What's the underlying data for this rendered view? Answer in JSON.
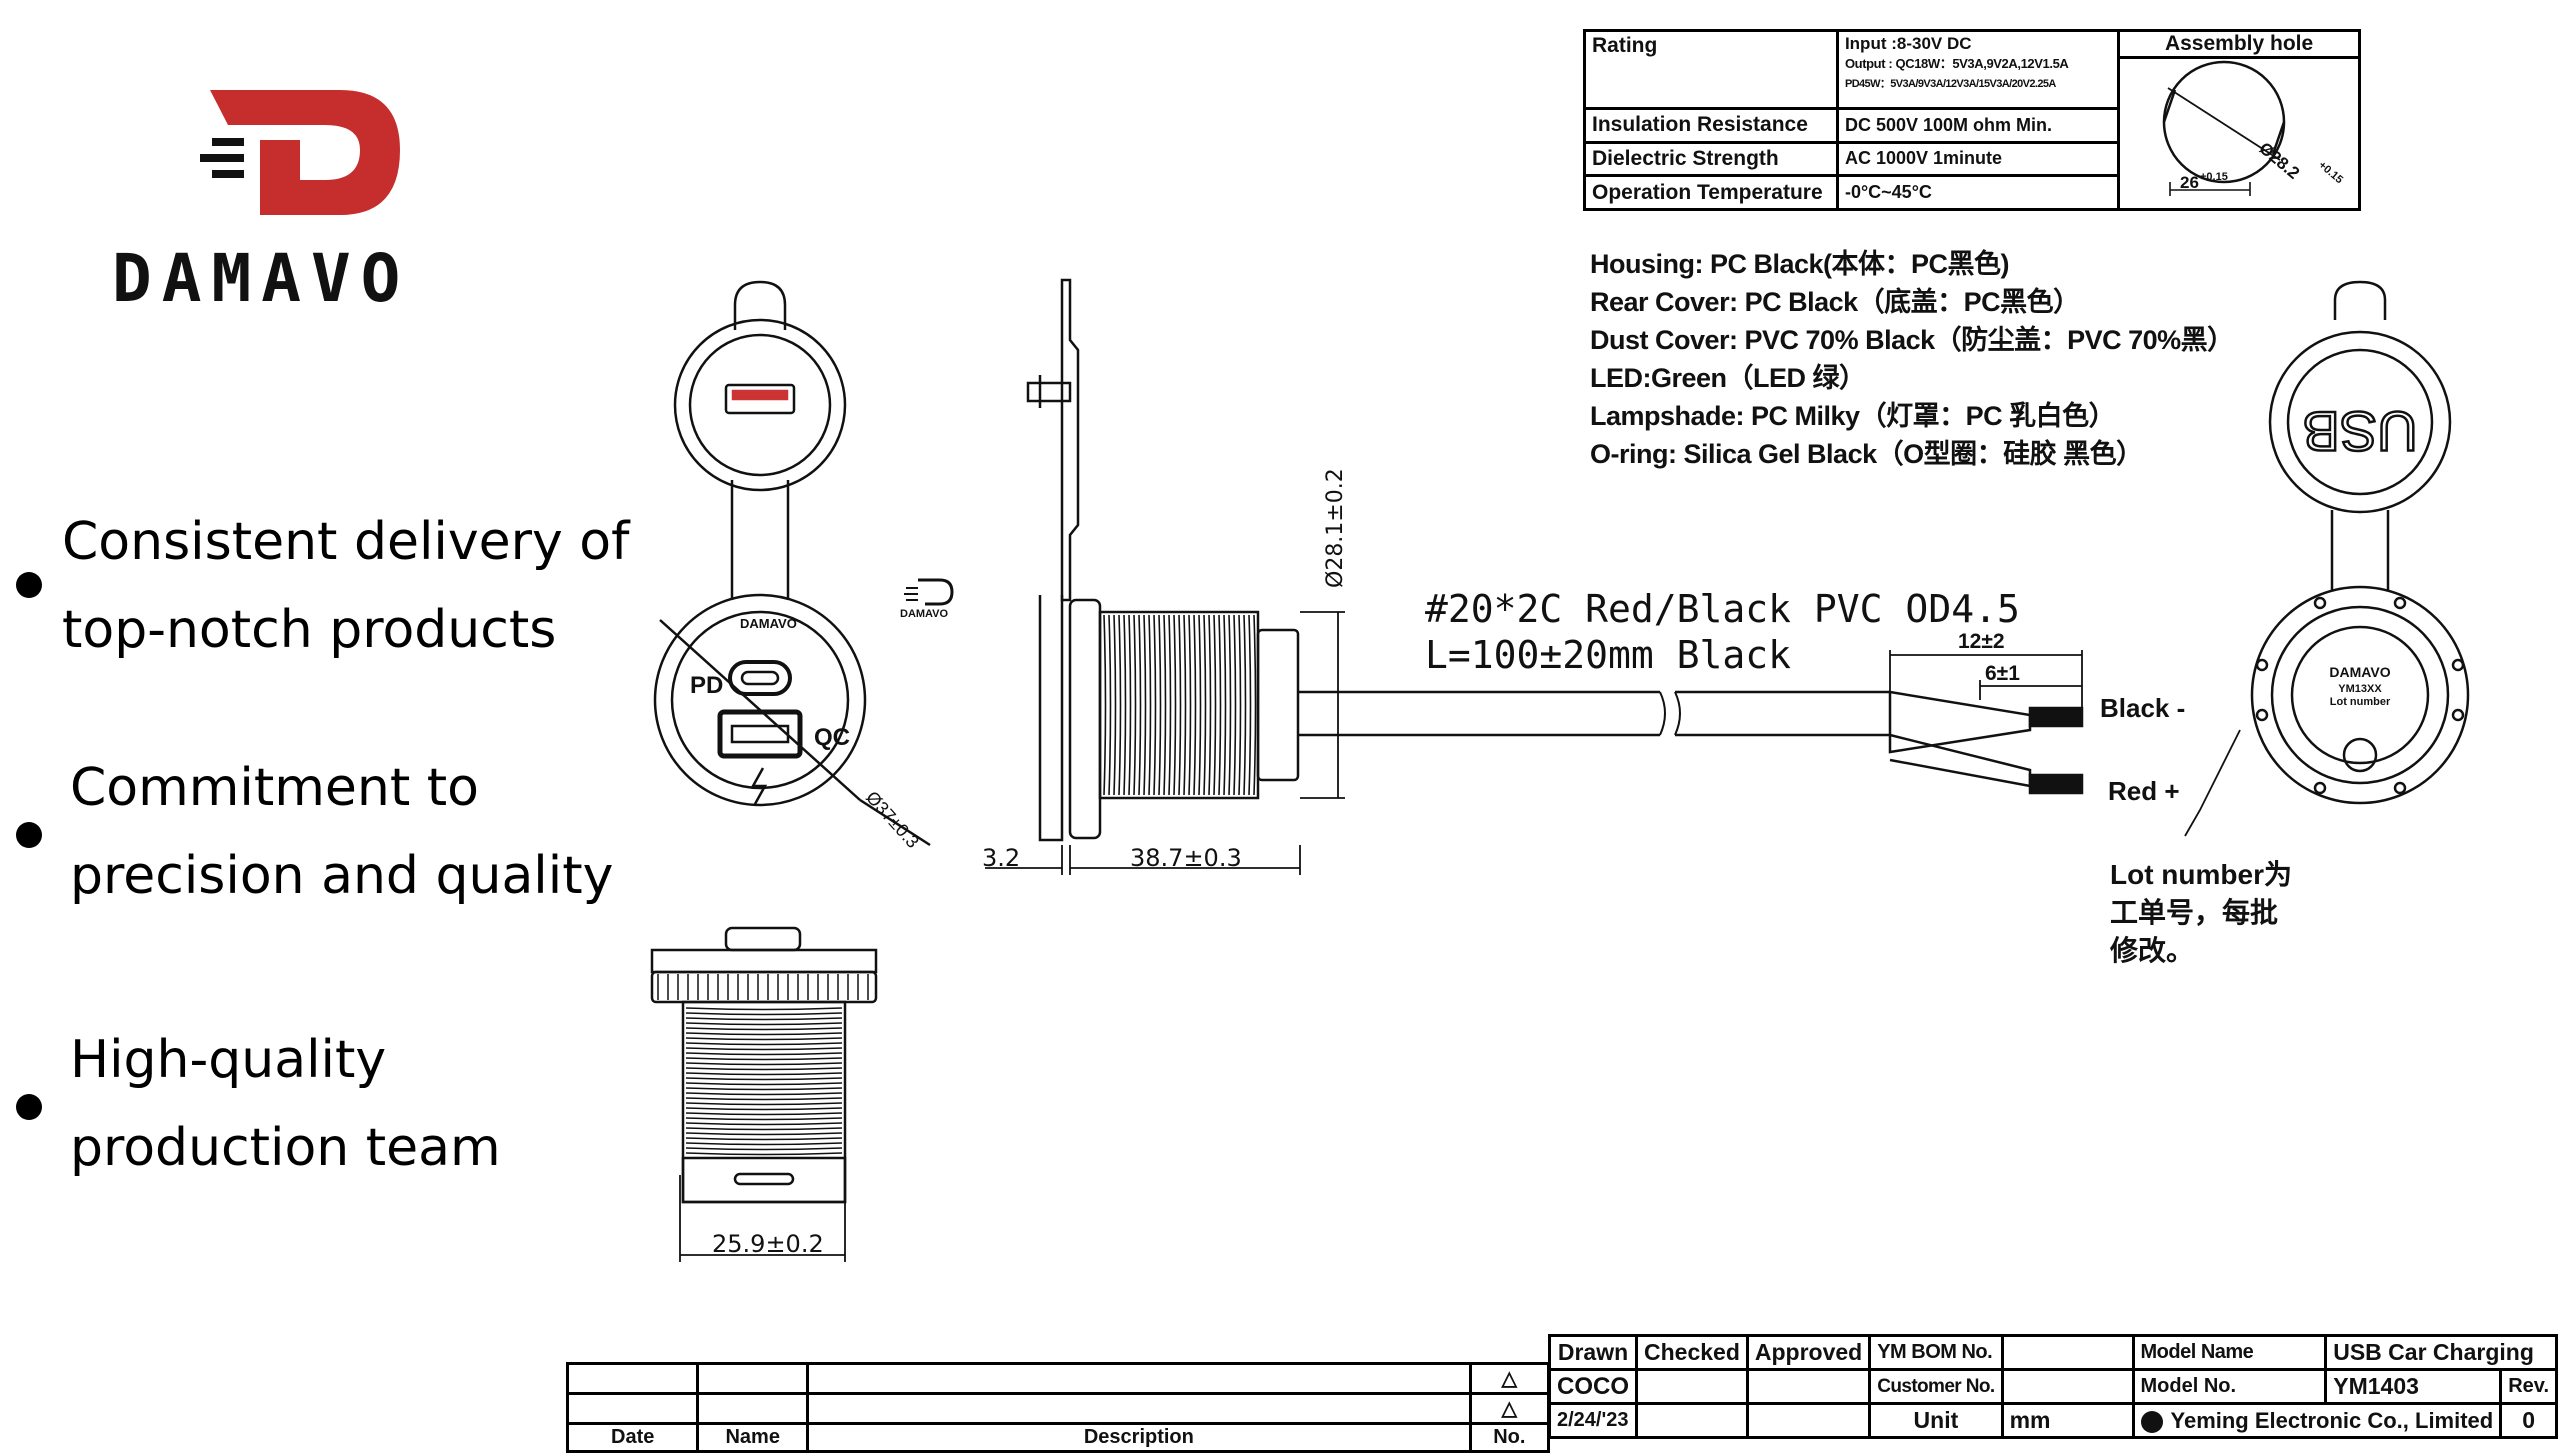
{
  "brand": {
    "name": "DAMAVO",
    "small_logo": "DAMAVO"
  },
  "features": [
    {
      "line1": "Consistent delivery of",
      "line2": "top-notch products"
    },
    {
      "line1": "Commitment to",
      "line2": "precision and quality"
    },
    {
      "line1": "High-quality",
      "line2": "production team"
    }
  ],
  "spec_table": {
    "rating_label": "Rating",
    "rating_input": "Input :8-30V  DC",
    "rating_output1": "Output : QC18W：5V3A,9V2A,12V1.5A",
    "rating_output2": "PD45W：5V3A/9V3A/12V3A/15V3A/20V2.25A",
    "insulation_label": "Insulation Resistance",
    "insulation_value": "DC 500V 100M ohm Min.",
    "dielectric_label": "Dielectric Strength",
    "dielectric_value": "AC 1000V 1minute",
    "temperature_label": "Operation Temperature",
    "temperature_value": "-0°C~45°C",
    "assembly_label": "Assembly hole",
    "hole_diameter": "Ø28.2",
    "hole_diameter_tol": "+0.15",
    "hole_flat": "26",
    "hole_flat_tol": "+0.15"
  },
  "materials": [
    "Housing: PC Black(本体：PC黑色)",
    "Rear Cover: PC Black（底盖：PC黑色）",
    "Dust Cover: PVC 70% Black（防尘盖：PVC 70%黑）",
    "LED:Green（LED 绿）",
    "Lampshade: PC Milky（灯罩：PC 乳白色）",
    "O-ring: Silica Gel Black（O型圈：硅胶 黑色）"
  ],
  "drawing": {
    "port_pd": "PD",
    "port_qc": "QC",
    "diameter_front": "Ø37±0.3",
    "diameter_side": "Ø28.1±0.2",
    "flange_thickness": "3.2",
    "body_length": "38.7±0.3",
    "bottom_width": "25.9±0.2",
    "cable_spec": "#20*2C  Red/Black  PVC  OD4.5",
    "cable_length": "L=100±20mm  Black",
    "strip_outer": "12±2",
    "strip_inner": "6±1",
    "wire_black": "Black -",
    "wire_red": "Red +",
    "cap_text": "USB",
    "rear_brand": "DAMAVO",
    "rear_model": "YM13XX",
    "rear_lot": "Lot number",
    "lot_note_1": "Lot number为",
    "lot_note_2": "工单号，每批",
    "lot_note_3": "修改。"
  },
  "revision_table": {
    "col_date": "Date",
    "col_name": "Name",
    "col_description": "Description",
    "col_no": "No."
  },
  "title_block": {
    "drawn_label": "Drawn",
    "checked_label": "Checked",
    "approved_label": "Approved",
    "bom_label": "YM BOM No.",
    "customer_label": "Customer No.",
    "unit_label": "Unit",
    "unit_value": "mm",
    "drawn_by": "COCO",
    "date": "2/24/'23",
    "model_name_label": "Model Name",
    "model_name_value": "USB Car Charging",
    "model_no_label": "Model No.",
    "model_no_value": "YM1403",
    "rev_label": "Rev.",
    "rev_value": "0",
    "company": "Yeming Electronic Co., Limited"
  }
}
